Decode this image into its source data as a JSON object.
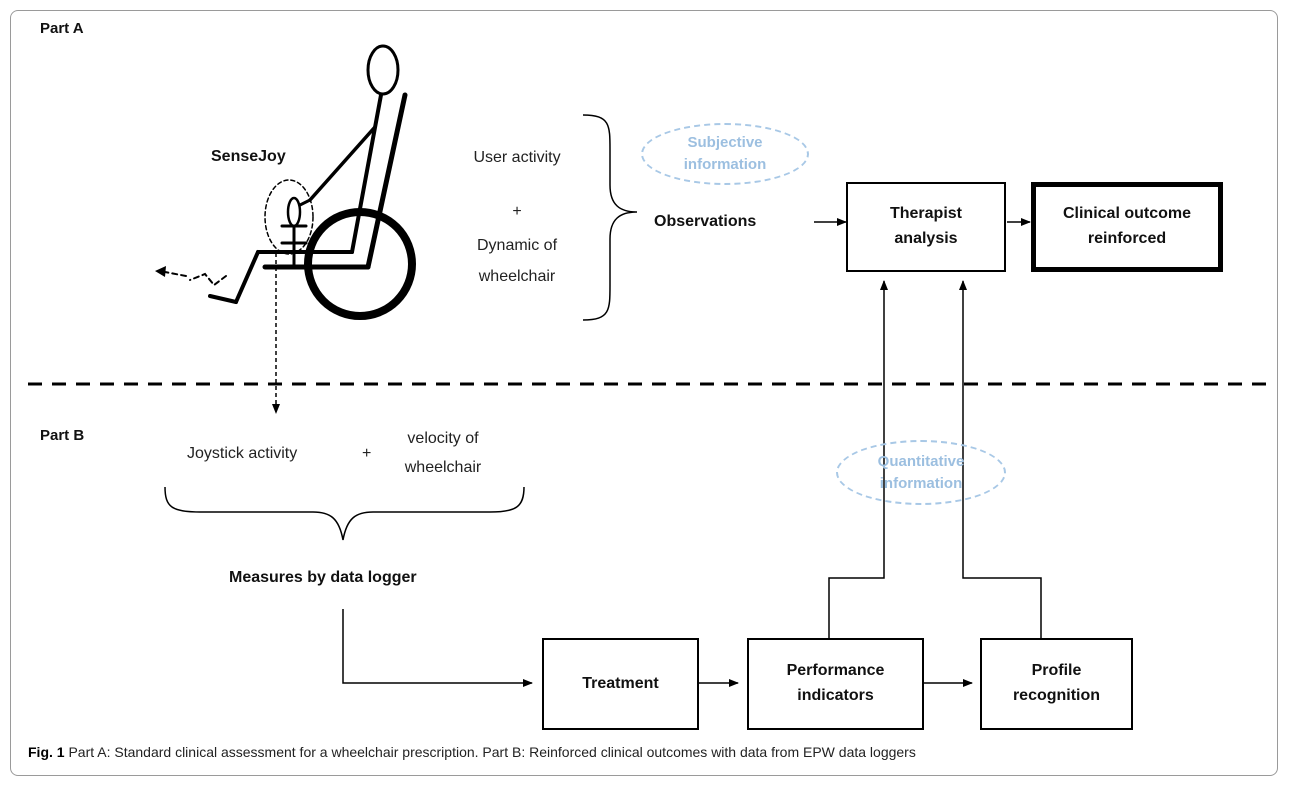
{
  "part_a": {
    "label": "Part A",
    "device_label": "SenseJoy",
    "user_activity": "User activity",
    "plus": "+",
    "dynamic_line1": "Dynamic of",
    "dynamic_line2": "wheelchair",
    "observations": "Observations",
    "subjective_line1": "Subjective",
    "subjective_line2": "information",
    "therapist_line1": "Therapist",
    "therapist_line2": "analysis",
    "outcome_line1": "Clinical outcome",
    "outcome_line2": "reinforced"
  },
  "part_b": {
    "label": "Part B",
    "joystick_activity": "Joystick activity",
    "plus": "+",
    "velocity_line1": "velocity of",
    "velocity_line2": "wheelchair",
    "measures": "Measures by data logger",
    "quantitative_line1": "Quantitative",
    "quantitative_line2": "information",
    "treatment": "Treatment",
    "performance_line1": "Performance",
    "performance_line2": "indicators",
    "profile_line1": "Profile",
    "profile_line2": "recognition"
  },
  "caption": {
    "prefix": "Fig. 1",
    "text": " Part A: Standard clinical assessment for a wheelchair prescription. Part B: Reinforced clinical outcomes with data from EPW data loggers"
  },
  "colors": {
    "cloud": "#a8c8e6",
    "cloud_text": "#9cbfe0",
    "line": "#000000"
  }
}
